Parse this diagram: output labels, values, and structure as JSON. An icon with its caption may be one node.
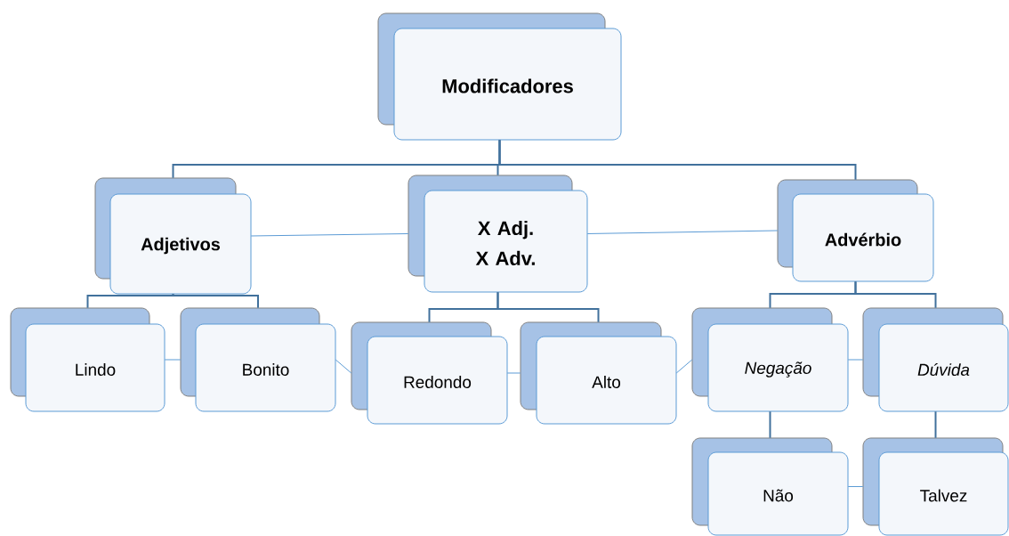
{
  "diagram": {
    "nodes": [
      {
        "text": [
          "Modificadores"
        ]
      },
      {
        "text": [
          "Adjetivos"
        ]
      },
      {
        "text": [
          "X Adj. X Adv."
        ]
      },
      {
        "text": [
          "Advérbio"
        ]
      },
      {
        "text": [
          "Lindo"
        ]
      },
      {
        "text": [
          "Bonito"
        ]
      },
      {
        "text": [
          "Redondo"
        ]
      },
      {
        "text": [
          "Alto"
        ]
      },
      {
        "text": [
          "Negação"
        ]
      },
      {
        "text": [
          "Dúvida"
        ]
      },
      {
        "text": [
          "Não"
        ]
      },
      {
        "text": [
          "Talvez"
        ]
      }
    ],
    "edges": [
      {
        "from": 0,
        "to": 1,
        "arrow": "none"
      },
      {
        "from": 0,
        "to": 2,
        "arrow": "none"
      },
      {
        "from": 0,
        "to": 3,
        "arrow": "none"
      },
      {
        "from": 1,
        "to": 4,
        "arrow": "none"
      },
      {
        "from": 1,
        "to": 5,
        "arrow": "none"
      },
      {
        "from": 2,
        "to": 6,
        "arrow": "none"
      },
      {
        "from": 2,
        "to": 7,
        "arrow": "none"
      },
      {
        "from": 3,
        "to": 8,
        "arrow": "none"
      },
      {
        "from": 3,
        "to": 9,
        "arrow": "none"
      },
      {
        "from": 8,
        "to": 10,
        "arrow": "none"
      },
      {
        "from": 9,
        "to": 11,
        "arrow": "none"
      },
      {
        "from": 1,
        "to": 2,
        "arrow": "none",
        "color": "#5b9bd5"
      },
      {
        "from": 2,
        "to": 3,
        "arrow": "none",
        "color": "#5b9bd5"
      },
      {
        "from": 4,
        "to": 5,
        "arrow": "none",
        "color": "#5b9bd5"
      },
      {
        "from": 5,
        "to": 6,
        "arrow": "none",
        "color": "#5b9bd5"
      },
      {
        "from": 6,
        "to": 7,
        "arrow": "none",
        "color": "#5b9bd5"
      },
      {
        "from": 7,
        "to": 8,
        "arrow": "none",
        "color": "#5b9bd5"
      },
      {
        "from": 8,
        "to": 9,
        "arrow": "none",
        "color": "#5b9bd5"
      },
      {
        "from": 10,
        "to": 11,
        "arrow": "none",
        "color": "#5b9bd5"
      }
    ]
  }
}
